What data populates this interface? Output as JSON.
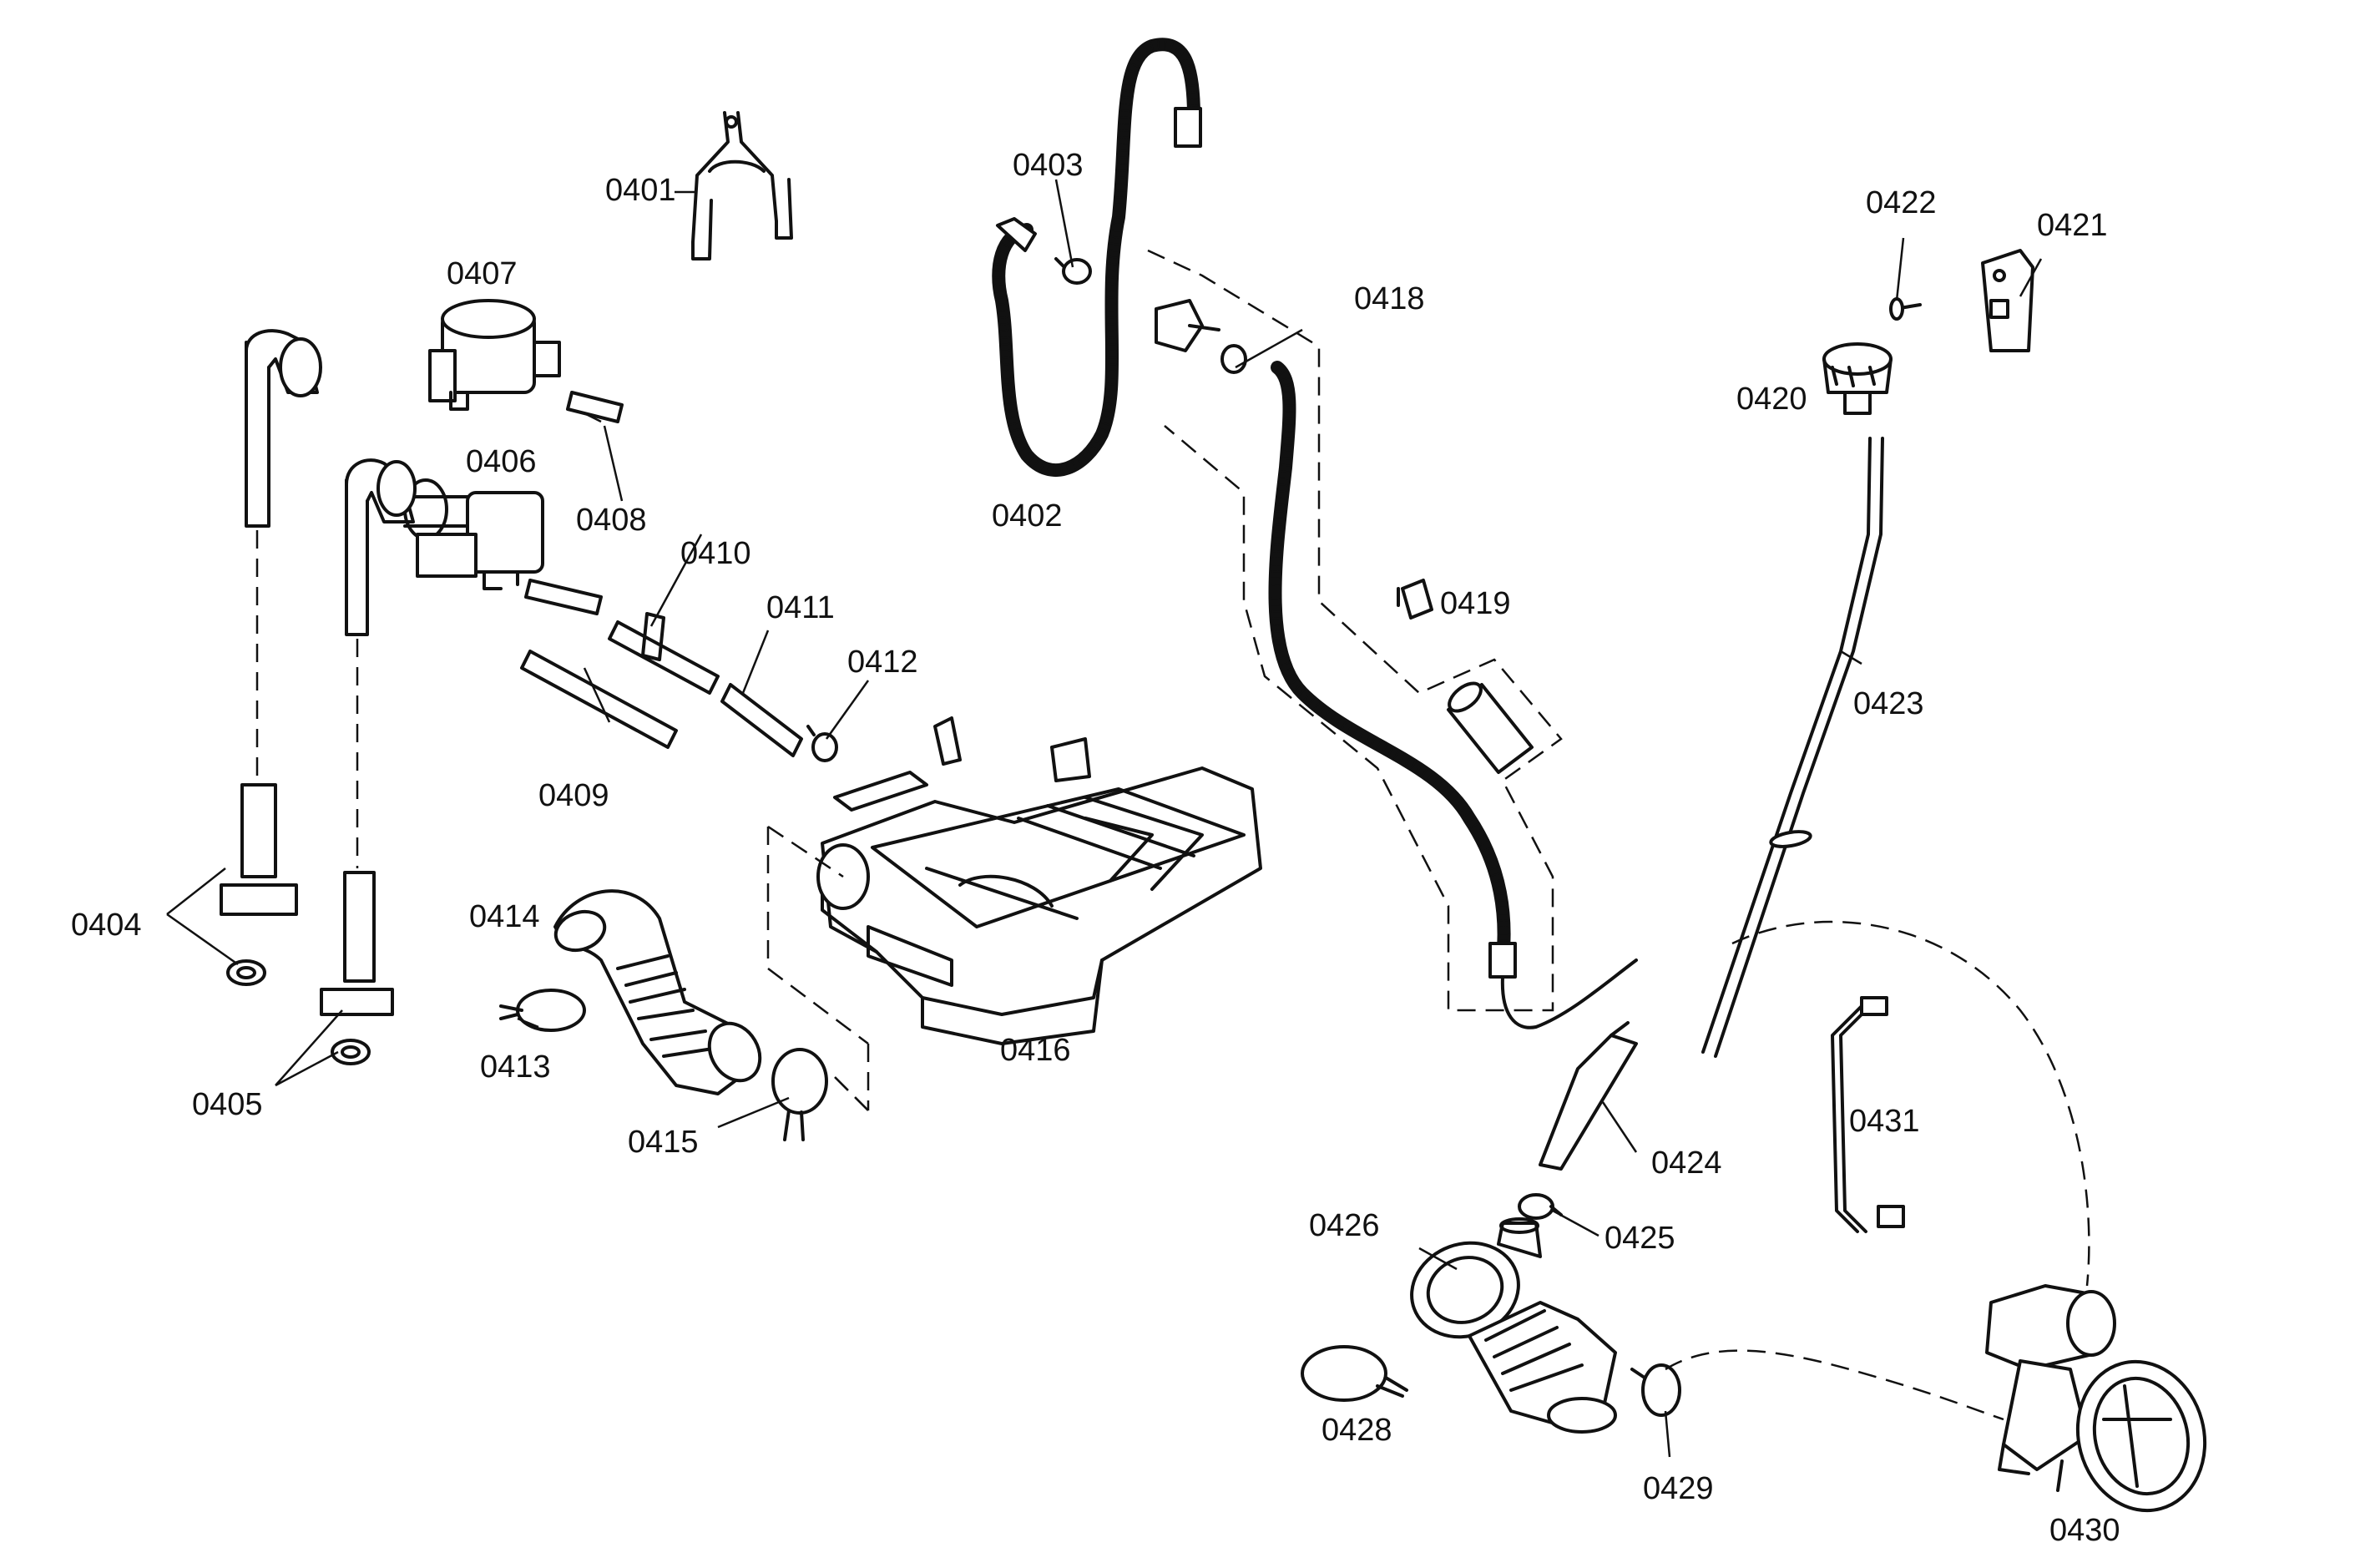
{
  "diagram": {
    "part_labels": {
      "p0401": "0401",
      "p0402": "0402",
      "p0403": "0403",
      "p0404": "0404",
      "p0405": "0405",
      "p0406": "0406",
      "p0407": "0407",
      "p0408": "0408",
      "p0409": "0409",
      "p0410": "0410",
      "p0411": "0411",
      "p0412": "0412",
      "p0413": "0413",
      "p0414": "0414",
      "p0415": "0415",
      "p0416": "0416",
      "p0418": "0418",
      "p0419": "0419",
      "p0420": "0420",
      "p0421": "0421",
      "p0422": "0422",
      "p0423": "0423",
      "p0424": "0424",
      "p0425": "0425",
      "p0426": "0426",
      "p0428": "0428",
      "p0429": "0429",
      "p0430": "0430",
      "p0431": "0431"
    }
  }
}
